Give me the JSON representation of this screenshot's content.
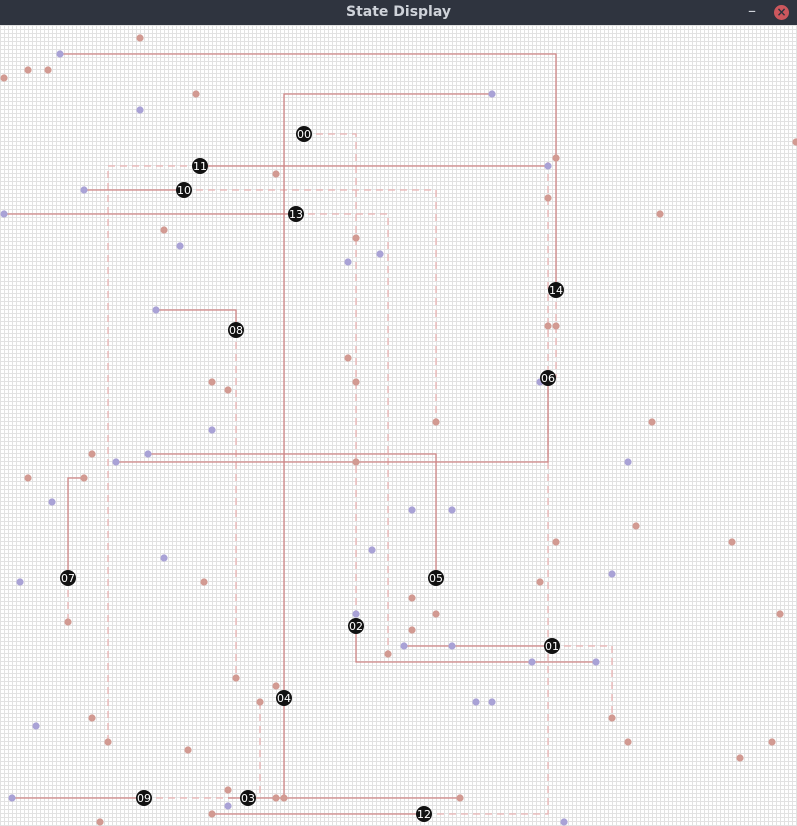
{
  "window": {
    "title": "State Display",
    "minimize_glyph": "–",
    "close_glyph": "×"
  },
  "colors": {
    "titlebar": "#2f343f",
    "wire": "#d08a8a",
    "dot_red": "#d29a92",
    "dot_blue": "#a9a2d6",
    "node": "#111111",
    "close": "#cc575d"
  },
  "nodes": [
    "00",
    "01",
    "02",
    "03",
    "04",
    "05",
    "06",
    "07",
    "08",
    "09",
    "10",
    "11",
    "12",
    "13",
    "14"
  ]
}
